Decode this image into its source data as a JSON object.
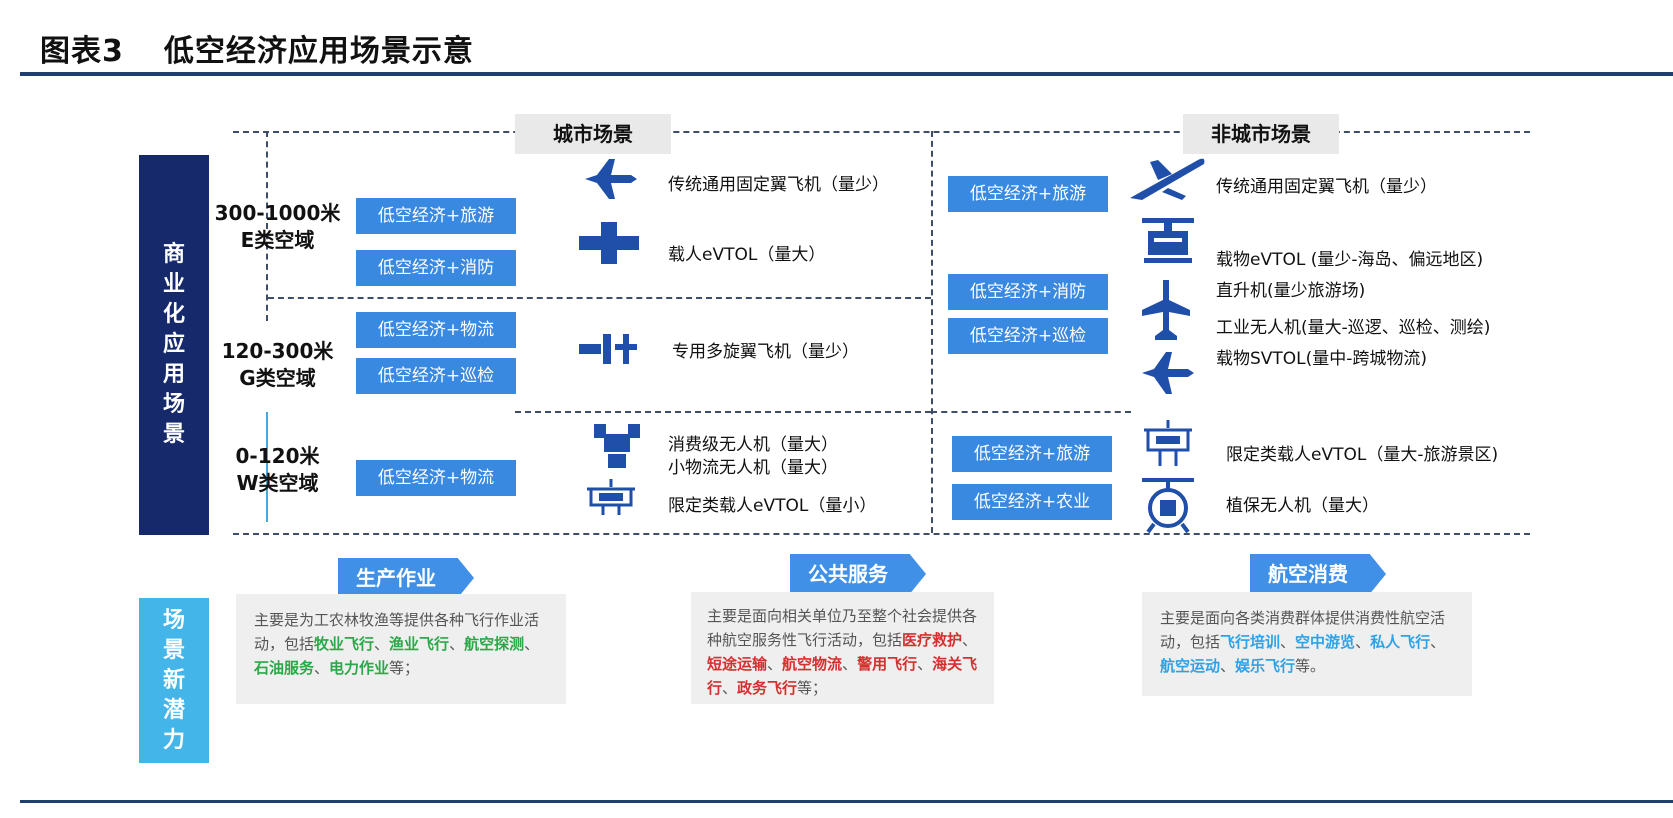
{
  "title": {
    "prefix": "图表3",
    "main": "低空经济应用场景示意"
  },
  "side_labels": {
    "commercial": [
      "商",
      "业",
      "化",
      "应",
      "用",
      "场",
      "景"
    ],
    "potential": [
      "场",
      "景",
      "新",
      "潜",
      "力"
    ]
  },
  "headers": {
    "urban": "城市场景",
    "nonurban": "非城市场景"
  },
  "bands": [
    {
      "line1": "300-1000米",
      "line2": "E类空域"
    },
    {
      "line1": "120-300米",
      "line2": "G类空域"
    },
    {
      "line1": "0-120米",
      "line2": "W类空域"
    }
  ],
  "urban_pills": [
    "低空经济+旅游",
    "低空经济+消防",
    "低空经济+物流",
    "低空经济+巡检",
    "低空经济+物流"
  ],
  "urban_items": [
    "传统通用固定翼飞机（量少）",
    "载人eVTOL（量大）",
    "专用多旋翼飞机（量少）",
    "消费级无人机（量大）",
    "小物流无人机（量大）",
    "限定类载人eVTOL（量小）"
  ],
  "nonurban_pills": [
    "低空经济+旅游",
    "低空经济+消防",
    "低空经济+巡检",
    "低空经济+旅游",
    "低空经济+农业"
  ],
  "nonurban_items": [
    "传统通用固定翼飞机（量少）",
    "载物eVTOL (量少-海岛、偏远地区)",
    "直升机(量少旅游场)",
    "工业无人机(量大-巡逻、巡检、测绘)",
    "载物SVTOL(量中-跨城物流)",
    "限定类载人eVTOL（量大-旅游景区)",
    "植保无人机（量大）"
  ],
  "potential": [
    {
      "title": "生产作业",
      "intro": "主要是为工农林牧渔等提供各种飞行作业活动，包括",
      "highlights": [
        "牧业飞行",
        "渔业飞行",
        "航空探测",
        "石油服务",
        "电力作业"
      ],
      "sep": "、",
      "end": "等；"
    },
    {
      "title": "公共服务",
      "intro": "主要是面向相关单位乃至整个社会提供各种航空服务性飞行活动，包括",
      "highlights": [
        "医疗救护",
        "短途运输",
        "航空物流",
        "警用飞行",
        "海关飞行",
        "政务飞行"
      ],
      "sep": "、",
      "end": "等；"
    },
    {
      "title": "航空消费",
      "intro": "主要是面向各类消费群体提供消费性航空活动，包括",
      "highlights": [
        "飞行培训",
        "空中游览",
        "私人飞行",
        "航空运动",
        "娱乐飞行"
      ],
      "sep": "、",
      "end": "等。"
    }
  ],
  "colors": {
    "navy": "#16296b",
    "accent": "#3a89e0",
    "sky": "#43b5e8",
    "icon": "#1f4fa8",
    "green": "#2ca84a",
    "red": "#d62f2f",
    "blue": "#2ea2e6"
  }
}
